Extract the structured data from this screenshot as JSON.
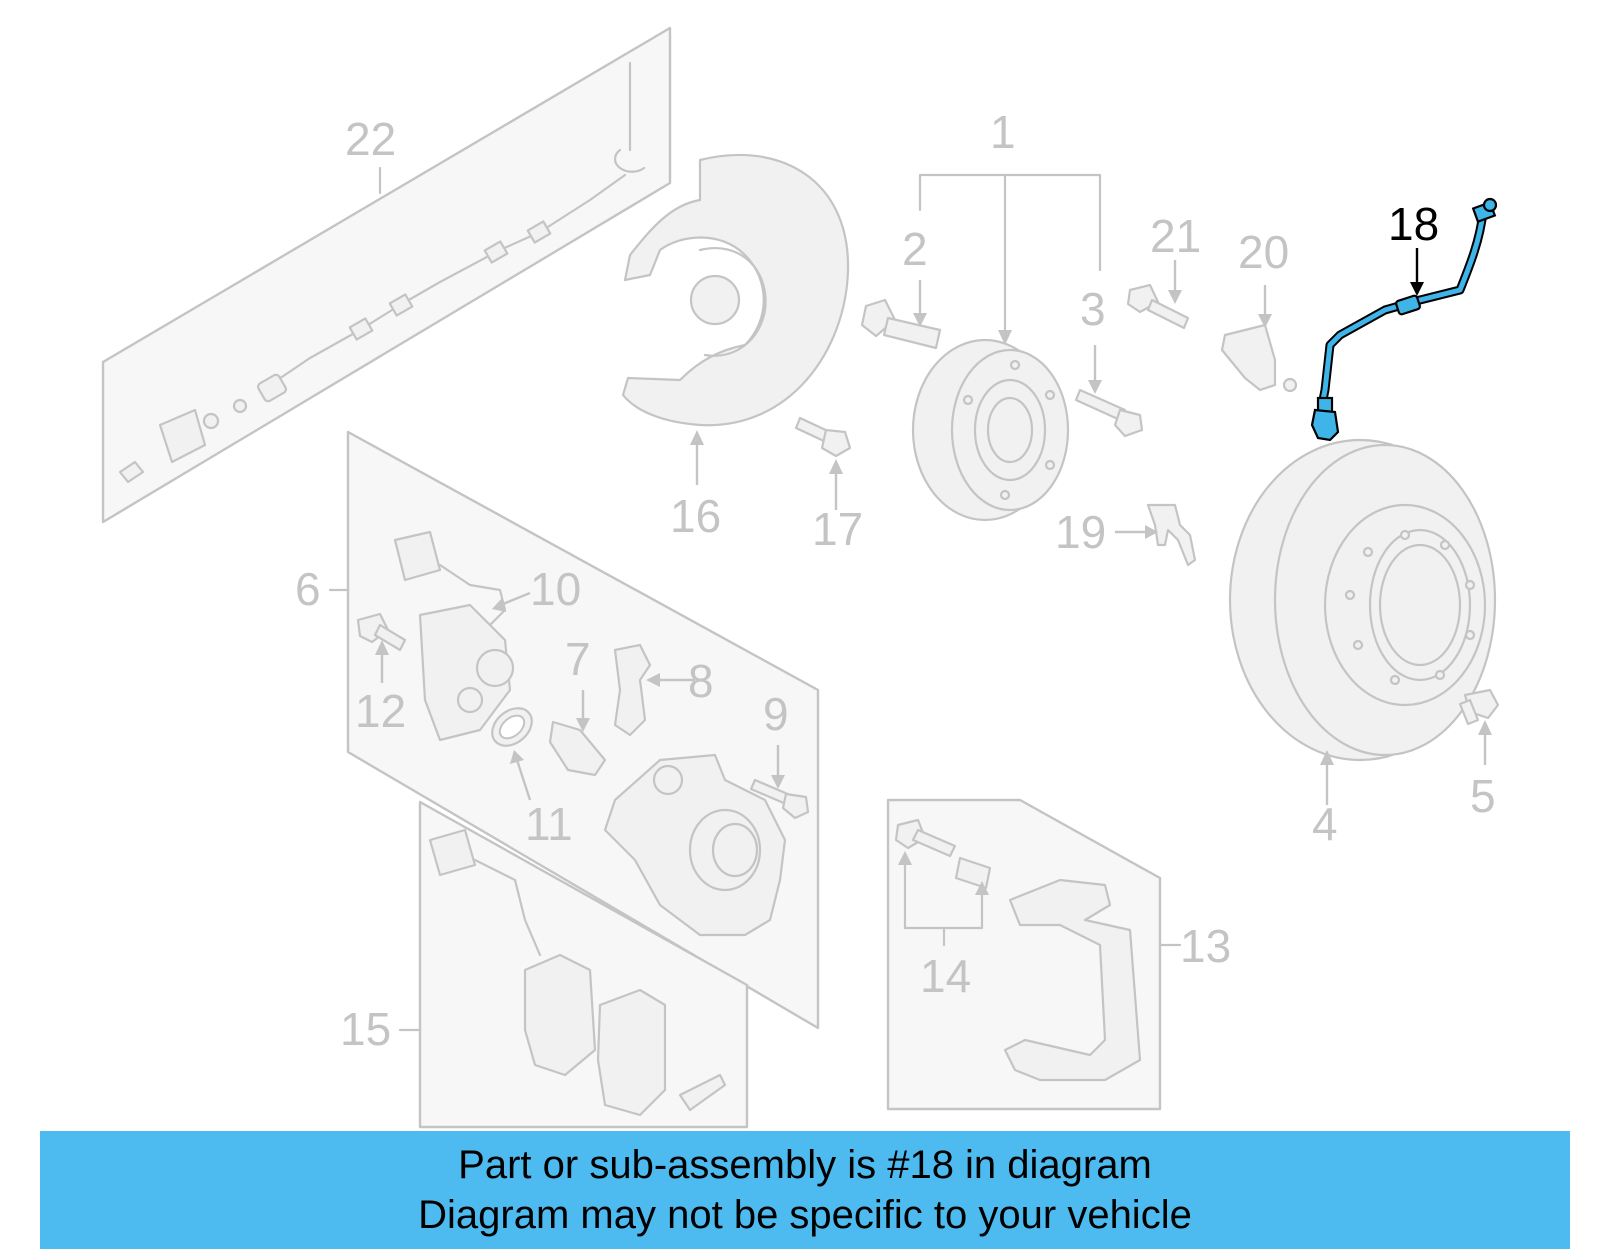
{
  "highlighted_callout": "18",
  "callouts": [
    "1",
    "2",
    "3",
    "4",
    "5",
    "6",
    "7",
    "8",
    "9",
    "10",
    "11",
    "12",
    "13",
    "14",
    "15",
    "16",
    "17",
    "18",
    "19",
    "20",
    "21",
    "22"
  ],
  "banner": {
    "line1": "Part or sub-assembly is #18 in diagram",
    "line2": "Diagram may not be specific to your vehicle"
  },
  "colors": {
    "highlight_part": "#3fb4e8",
    "banner_background": "#4dbbf0",
    "inactive_parts": "#c4c4c4"
  }
}
